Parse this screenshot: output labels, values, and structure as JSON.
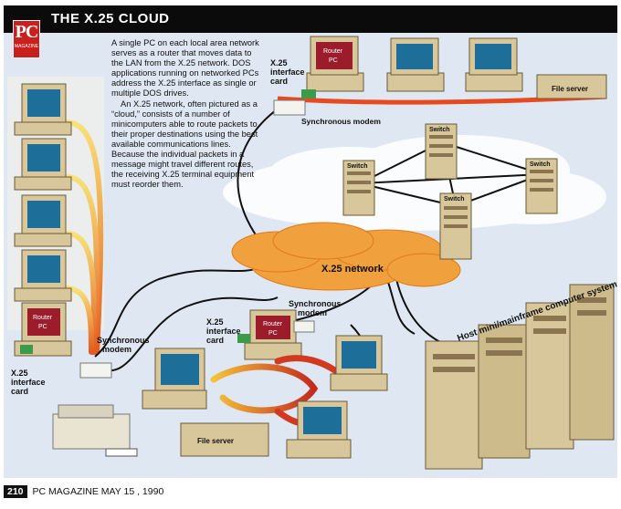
{
  "header": {
    "title": "THE X.25 CLOUD",
    "logo_main": "PC",
    "logo_sub": "MAGAZINE"
  },
  "body_text": {
    "p1": "A single PC on each local area network serves as a router that moves data to the LAN from the X.25 network. DOS applications running on networked PCs address the X.25 interface as single or multiple DOS drives.",
    "p2": "An X.25 network, often pictured as a “cloud,” consists of a number of minicomputers able to route packets to their proper destinations using the best available communications lines. Because the individual packets in a message might travel different routes, the receiving X.25 terminal equipment must reorder them."
  },
  "labels": {
    "network": "X.25 network",
    "switch": "Switch",
    "router_pc_line1": "Router",
    "router_pc_line2": "PC",
    "interface_card_line1": "X.25",
    "interface_card_line2": "interface",
    "interface_card_line3": "card",
    "sync_modem_inline": "Synchronous modem",
    "sync_modem_line1": "Synchronous",
    "sync_modem_line2": "modem",
    "file_server": "File server",
    "host_systems": "Host mini/mainframe computer systems"
  },
  "footer": {
    "page_number": "210",
    "text": "PC MAGAZINE  MAY 15 , 1990"
  },
  "colors": {
    "header": "#0b0b0b",
    "logo": "#c9201e",
    "cloud": "#f0a03c",
    "beige": "#d8c79a",
    "screen": "#1d6f9a",
    "router_screen": "#9b1c2b",
    "green_card": "#3b9b4a"
  }
}
